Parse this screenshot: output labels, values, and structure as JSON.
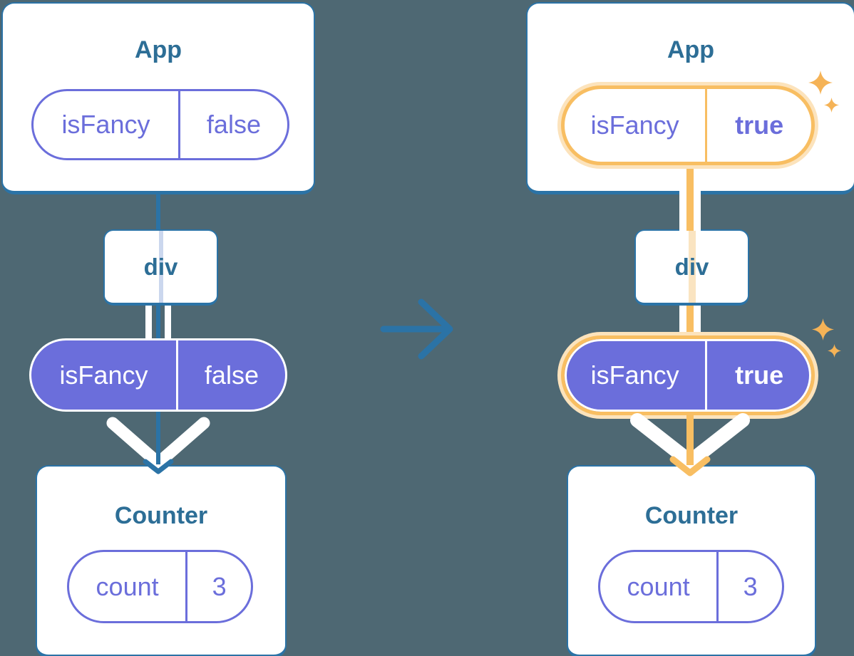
{
  "palette": {
    "background": "#4E6873",
    "card_background": "#FFFFFF",
    "tree_line_blue": "#2B73A6",
    "component_title_text": "#2D6E96",
    "state_purple": "#6B6EDB",
    "faded_trace_blue": "#CBD7EE",
    "highlight_orange": "#F8BE62",
    "highlight_halo": "#FCE3BC",
    "faded_trace_orange": "#FAE4C1",
    "sparkle_orange": "#F5B357"
  },
  "before_tree": {
    "app": {
      "title": "App",
      "prop_pill": {
        "key": "isFancy",
        "value": "false"
      }
    },
    "div_node": {
      "label": "div"
    },
    "prop_pill": {
      "key": "isFancy",
      "value": "false"
    },
    "counter": {
      "title": "Counter",
      "state_pill": {
        "key": "count",
        "value": "3"
      }
    }
  },
  "after_tree": {
    "app": {
      "title": "App",
      "prop_pill": {
        "key": "isFancy",
        "value": "true"
      }
    },
    "div_node": {
      "label": "div"
    },
    "prop_pill": {
      "key": "isFancy",
      "value": "true"
    },
    "counter": {
      "title": "Counter",
      "state_pill": {
        "key": "count",
        "value": "3"
      }
    }
  },
  "icons": {
    "transition": "right-arrow-icon",
    "flow": "down-arrow-icon",
    "highlight": "sparkle-icon"
  }
}
